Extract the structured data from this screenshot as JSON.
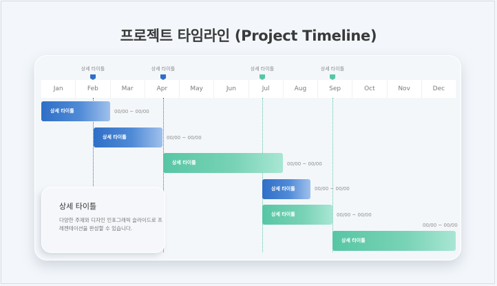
{
  "title": "프로젝트 타임라인 (Project Timeline)",
  "months": [
    "Jan",
    "Feb",
    "Mar",
    "Apr",
    "May",
    "Jun",
    "Jul",
    "Aug",
    "Sep",
    "Oct",
    "Nov",
    "Dec"
  ],
  "markers": [
    {
      "label": "상세 타이틀",
      "color": "#2f6fc7"
    },
    {
      "label": "상세 타이틀",
      "color": "#2f6fc7"
    },
    {
      "label": "상세 타이틀",
      "color": "#57c6a4"
    },
    {
      "label": "상세 타이틀",
      "color": "#57c6a4"
    }
  ],
  "bars": [
    {
      "label": "상세 타이틀",
      "date": "00/00 ~ 00/00",
      "color": "blue"
    },
    {
      "label": "상세 타이틀",
      "date": "00/00 ~ 00/00",
      "color": "blue"
    },
    {
      "label": "상세 타이틀",
      "date": "00/00 ~ 00/00",
      "color": "green"
    },
    {
      "label": "상세 타이틀",
      "date": "00/00 ~ 00/00",
      "color": "blue"
    },
    {
      "label": "상세 타이틀",
      "date": "00/00 ~ 00/00",
      "color": "green"
    },
    {
      "label": "상세 타이틀",
      "date": "00/00 ~ 00/00",
      "color": "green"
    }
  ],
  "info": {
    "heading": "상세 타이틀",
    "text": "다양한 주제와 디자인 인포그래픽 슬라이드로 프레젠테이션을 완성할 수 있습니다."
  }
}
